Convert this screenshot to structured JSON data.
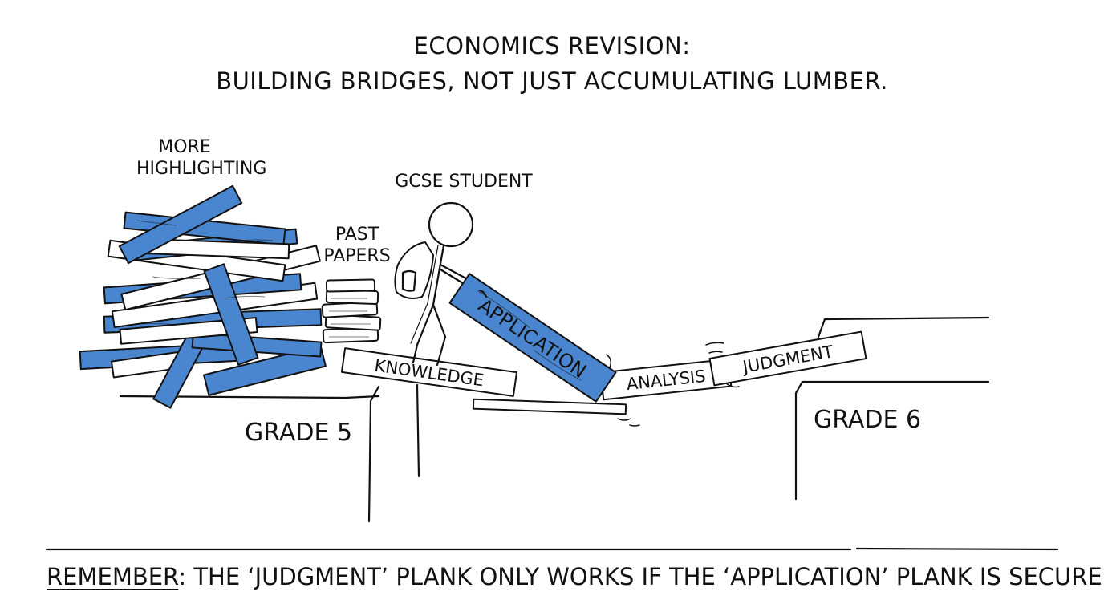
{
  "title": {
    "line1": "ECONOMICS REVISION:",
    "line2": "BUILDING BRIDGES, NOT JUST ACCUMULATING LUMBER."
  },
  "labels": {
    "more_highlighting_1": "MORE",
    "more_highlighting_2": "HIGHLIGHTING",
    "past_papers_1": "PAST",
    "past_papers_2": "PAPERS",
    "gcse_student": "GCSE STUDENT",
    "grade_left": "GRADE 5",
    "grade_right": "GRADE 6"
  },
  "planks": {
    "knowledge": "KNOWLEDGE",
    "application": "APPLICATION",
    "analysis": "ANALYSIS",
    "judgment": "JUDGMENT"
  },
  "footer": {
    "remember": "REMEMBER",
    "message": ": THE ‘JUDGMENT’ PLANK ONLY WORKS IF THE ‘APPLICATION’ PLANK IS SECURE."
  },
  "colors": {
    "plank_blue": "#4a86cf",
    "plank_blue_dark": "#2f69b3",
    "ink": "#111111",
    "background": "#ffffff"
  }
}
